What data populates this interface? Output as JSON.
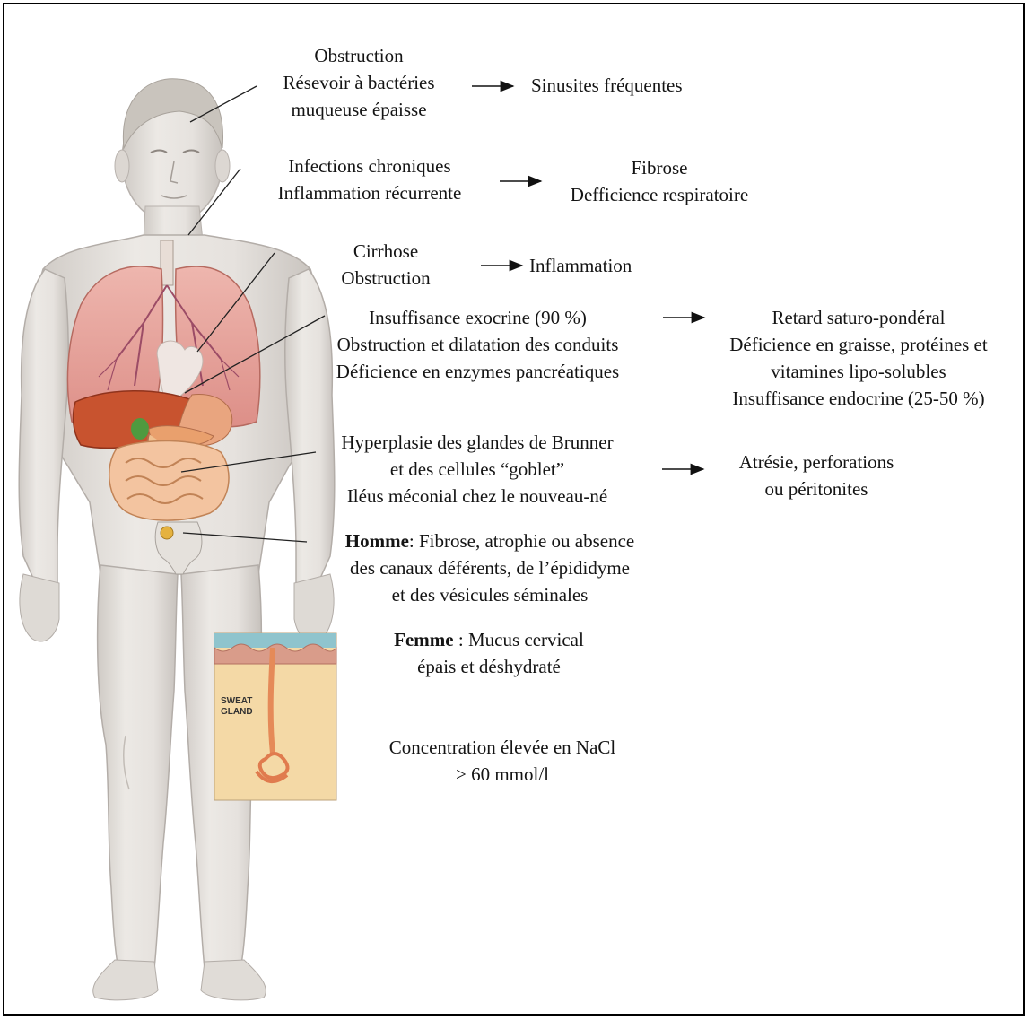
{
  "head": {
    "causes": [
      "Obstruction",
      "Résevoir à bactéries",
      "muqueuse épaisse"
    ],
    "consequence": "Sinusites fréquentes"
  },
  "lungs": {
    "causes": [
      "Infections chroniques",
      "Inflammation récurrente"
    ],
    "consequences": [
      "Fibrose",
      "Defficience respiratoire"
    ]
  },
  "liver": {
    "causes": [
      "Cirrhose",
      "Obstruction"
    ],
    "consequence": "Inflammation"
  },
  "pancreas": {
    "causes": [
      "Insuffisance exocrine (90 %)",
      "Obstruction et dilatation des conduits",
      "Déficience en enzymes pancréatiques"
    ],
    "consequences": [
      "Retard saturo-pondéral",
      "Déficience en graisse, protéines et",
      "vitamines lipo-solubles",
      "Insuffisance endocrine (25-50 %)"
    ]
  },
  "intestine": {
    "causes": [
      "Hyperplasie des glandes de Brunner",
      "et des cellules “goblet”",
      "Iléus méconial chez le nouveau-né"
    ],
    "consequences": [
      "Atrésie, perforations",
      "ou péritonites"
    ]
  },
  "male": {
    "label": "Homme",
    "lines": [
      ": Fibrose, atrophie ou absence",
      "des canaux déférents, de l’épididyme",
      "et des vésicules séminales"
    ]
  },
  "female": {
    "label": "Femme",
    "lines": [
      " : Mucus cervical",
      "épais et déshydraté"
    ]
  },
  "sweat": {
    "inset_label": [
      "SWEAT",
      "GLAND"
    ],
    "lines": [
      "Concentration élevée en NaCl",
      "> 60 mmol/l"
    ]
  },
  "colors": {
    "skin": "#e7e4e0",
    "skin_shadow": "#c9c4bf",
    "lung": "#e8a39c",
    "liver": "#c8532f",
    "intestine": "#f3c4a0",
    "sweat_inset_bg": "#f4d9a6",
    "arrow": "#111111"
  }
}
